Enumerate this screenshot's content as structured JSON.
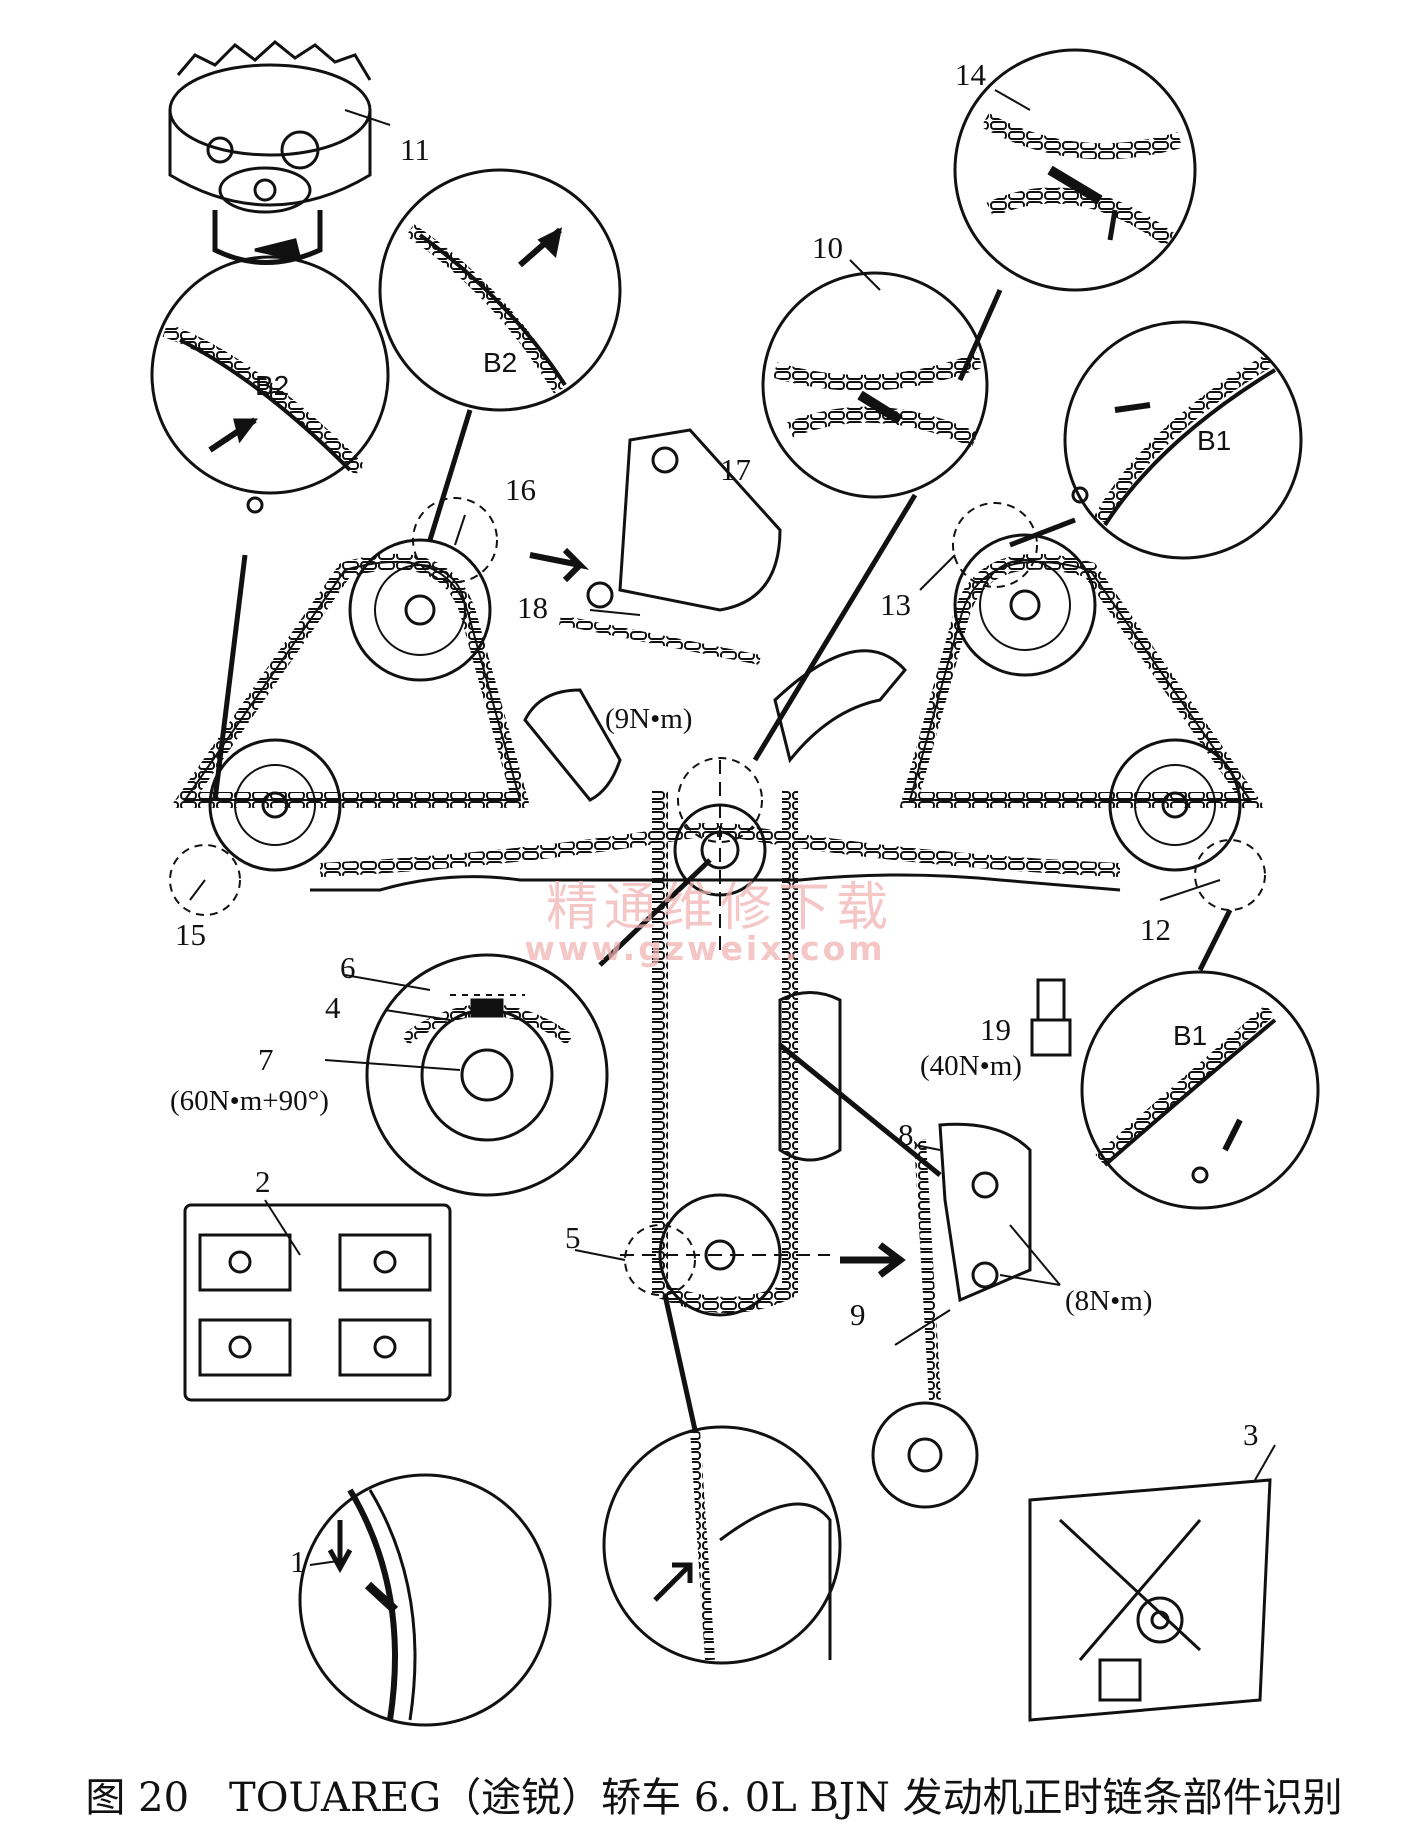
{
  "caption": "图 20　TOUAREG（途锐）轿车 6. 0L BJN 发动机正时链条部件识别",
  "watermark": {
    "text": "精通维修下载",
    "url": "www.gzweix.com",
    "color": "#f2b3b3"
  },
  "callouts": {
    "c1": "1",
    "c2": "2",
    "c3": "3",
    "c4": "4",
    "c5": "5",
    "c6": "6",
    "c7": "7",
    "c8": "8",
    "c9": "9",
    "c10": "10",
    "c11": "11",
    "c12": "12",
    "c13": "13",
    "c14": "14",
    "c15": "15",
    "c16": "16",
    "c17": "17",
    "c18": "18",
    "c19": "19"
  },
  "torques": {
    "t7": "(60N•m+90°)",
    "t9_top": "(9N•m)",
    "t9": "(8N•m)",
    "t19": "(40N•m)"
  },
  "marks": {
    "b2a": "B2",
    "b2b": "B2",
    "b1a": "B1",
    "b1b": "B1"
  }
}
